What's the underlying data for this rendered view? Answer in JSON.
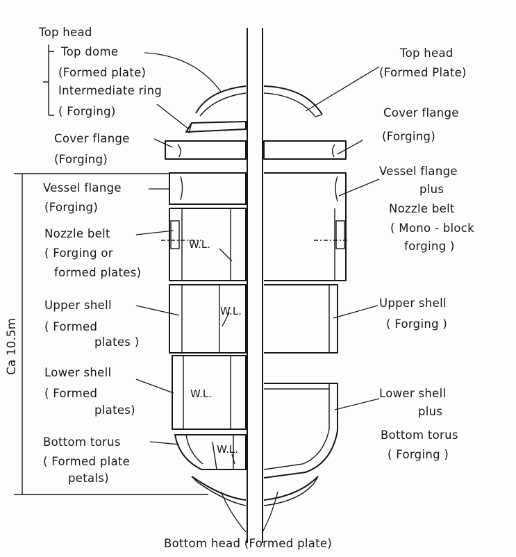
{
  "labels": {
    "top_head_left": "Top head",
    "top_dome": "Top dome",
    "top_dome_sub": "(Formed plate)",
    "intermediate_ring": "Intermediate ring",
    "intermediate_ring_sub": "( Forging)",
    "cover_flange_left": "Cover flange",
    "cover_flange_left_sub": "(Forging)",
    "vessel_flange_left": "Vessel flange",
    "vessel_flange_left_sub": "(Forging)",
    "nozzle_belt_left": "Nozzle belt",
    "nozzle_belt_left_sub1": "( Forging or",
    "nozzle_belt_left_sub2": "formed plates)",
    "upper_shell_left": "Upper shell",
    "upper_shell_left_sub1": "( Formed",
    "upper_shell_left_sub2": "plates )",
    "lower_shell_left": "Lower shell",
    "lower_shell_left_sub1": "( Formed",
    "lower_shell_left_sub2": "plates)",
    "bottom_torus_left": "Bottom torus",
    "bottom_torus_left_sub1": "( Formed plate",
    "bottom_torus_left_sub2": "petals)",
    "top_head_right": "Top head",
    "top_head_right_sub": "(Formed Plate)",
    "cover_flange_right": "Cover flange",
    "cover_flange_right_sub": "(Forging)",
    "vessel_flange_right": "Vessel flange",
    "vessel_flange_right_sub1": "plus",
    "vessel_flange_right_sub2": "Nozzle belt",
    "vessel_flange_right_sub3": "( Mono - block",
    "vessel_flange_right_sub4": "forging )",
    "upper_shell_right": "Upper shell",
    "upper_shell_right_sub": "( Forging )",
    "lower_shell_right": "Lower shell",
    "lower_shell_right_sub1": "plus",
    "lower_shell_right_sub2": "Bottom torus",
    "lower_shell_right_sub3": "( Forging )",
    "bottom_head": "Bottom head (Formed plate)",
    "height_dim": "Ca 10.5m",
    "wl_nozzle": "W.L.",
    "wl_upper": "W.L.",
    "wl_lower": "W.L.",
    "wl_torus": "W.L."
  }
}
